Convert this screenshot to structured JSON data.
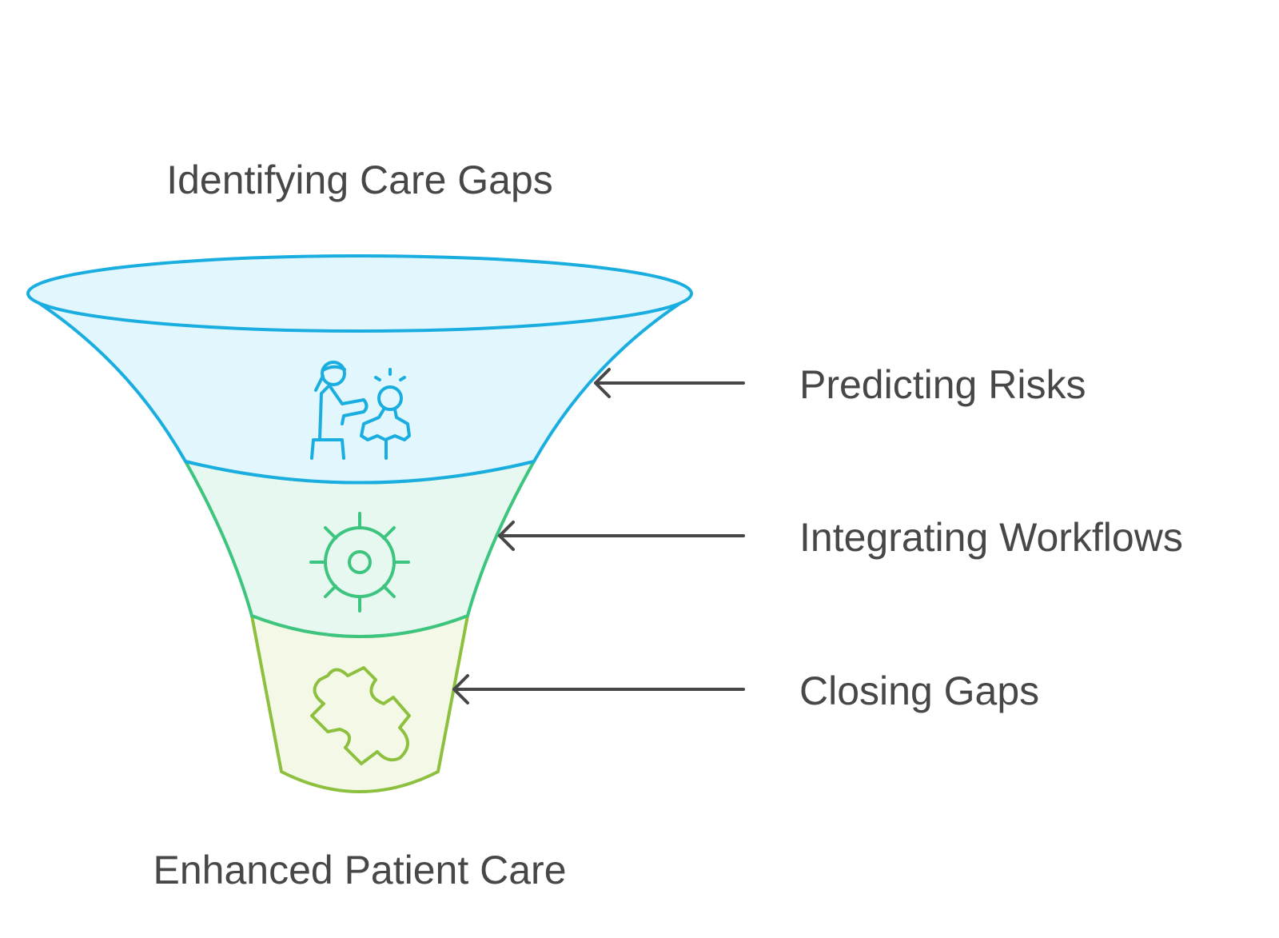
{
  "title": "Identifying Care Gaps",
  "outcome": "Enhanced Patient Care",
  "stages": [
    {
      "label": "Predicting Risks",
      "icon": "caregiver-child-icon",
      "stroke": "#1aaee0",
      "fill": "#e2f7fd"
    },
    {
      "label": "Integrating Workflows",
      "icon": "gear-icon",
      "stroke": "#3dc47e",
      "fill": "#e6f8ef"
    },
    {
      "label": "Closing Gaps",
      "icon": "puzzle-piece-icon",
      "stroke": "#8dc03f",
      "fill": "#f3f9e6"
    }
  ],
  "colors": {
    "text": "#474747",
    "arrow": "#474747"
  }
}
